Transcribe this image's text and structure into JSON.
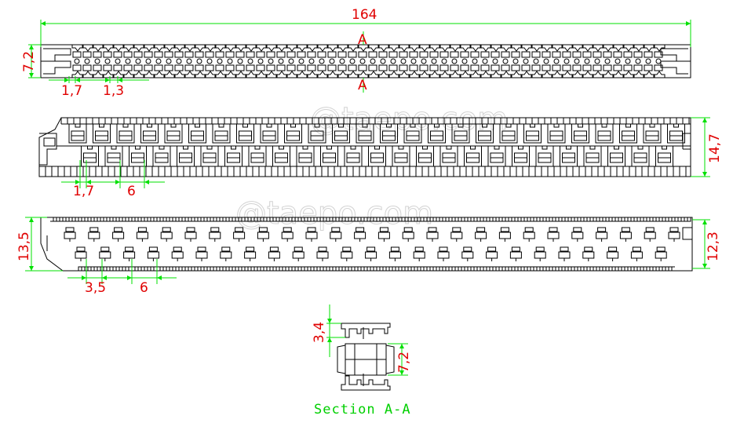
{
  "drawing": {
    "watermark": "@taepo.com",
    "top_view": {
      "length": "164",
      "height": "7,2",
      "pitch_a": "1,7",
      "pitch_b": "1,3",
      "section_mark_top": "A",
      "section_mark_bottom": "A"
    },
    "middle_view": {
      "height": "14,7",
      "offset": "1,7",
      "pitch": "6"
    },
    "bottom_view": {
      "height_left": "13,5",
      "height_right": "12,3",
      "offset": "3,5",
      "pitch": "6"
    },
    "section": {
      "title": "Section A-A",
      "gap": "3,4",
      "height": "7,2"
    },
    "colors": {
      "dimension": "#00e000",
      "dimension_text": "#e00000",
      "outline": "#000000"
    }
  }
}
